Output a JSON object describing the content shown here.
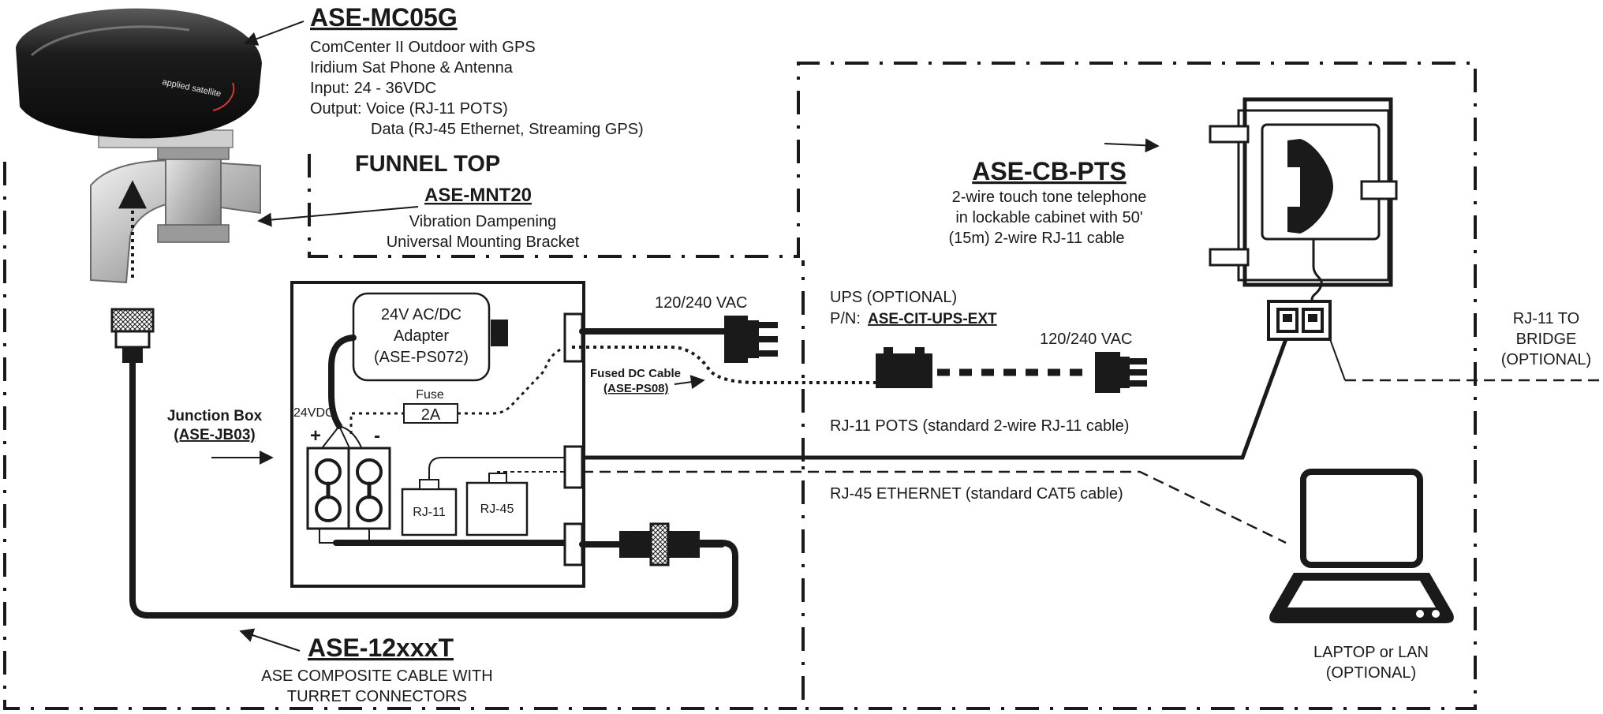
{
  "mc05g": {
    "part": "ASE-MC05G",
    "lines": [
      "ComCenter II Outdoor with GPS",
      "Iridium Sat Phone & Antenna",
      "Input: 24 - 36VDC",
      "Output: Voice (RJ-11 POTS)",
      "Data (RJ-45 Ethernet, Streaming GPS)"
    ],
    "logo": "applied satellite"
  },
  "funnel_top": {
    "heading": "FUNNEL TOP",
    "part": "ASE-MNT20",
    "lines": [
      "Vibration Dampening",
      "Universal Mounting Bracket"
    ]
  },
  "adapter": {
    "lines": [
      "24V AC/DC",
      "Adapter",
      "(ASE-PS072)"
    ]
  },
  "fuse": {
    "label": "Fuse",
    "value": "2A"
  },
  "junction_box": {
    "label": "Junction Box",
    "part": "(ASE-JB03)",
    "voltage": "24VDC",
    "plus": "+",
    "minus": "-",
    "rj11": "RJ-11",
    "rj45": "RJ-45"
  },
  "power": {
    "vac_top": "120/240 VAC",
    "vac_ups": "120/240 VAC"
  },
  "fused_cable": {
    "label": "Fused DC Cable",
    "part": "(ASE-PS08)"
  },
  "ups": {
    "label": "UPS (OPTIONAL)",
    "pn_prefix": "P/N: ",
    "part": "ASE-CIT-UPS-EXT"
  },
  "phone": {
    "part": "ASE-CB-PTS",
    "lines": [
      "2-wire touch tone telephone",
      "in lockable cabinet with 50'",
      "(15m) 2-wire RJ-11 cable"
    ]
  },
  "cables": {
    "pots": "RJ-11 POTS (standard 2-wire RJ-11 cable)",
    "ethernet": "RJ-45 ETHERNET (standard CAT5  cable)"
  },
  "bridge": {
    "lines": [
      "RJ-11 TO",
      "BRIDGE",
      "(OPTIONAL)"
    ]
  },
  "laptop": {
    "lines": [
      "LAPTOP or LAN",
      "(OPTIONAL)"
    ]
  },
  "composite": {
    "part": "ASE-12xxxT",
    "lines": [
      "ASE COMPOSITE CABLE WITH",
      "TURRET CONNECTORS"
    ]
  }
}
